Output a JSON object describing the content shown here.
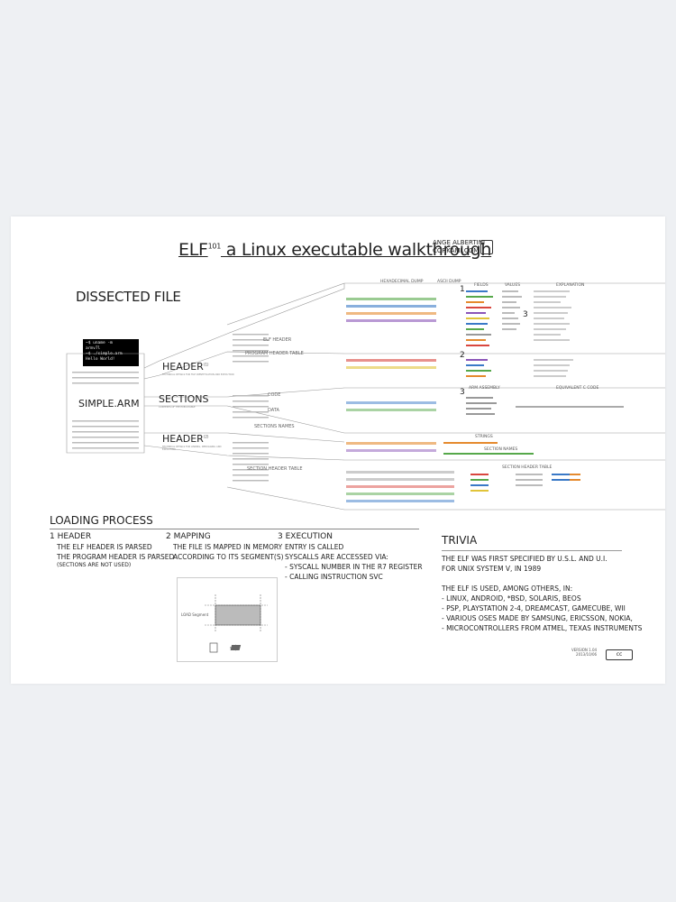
{
  "poster": {
    "title_main": "ELF",
    "title_sup": "101",
    "title_rest": " a Linux executable walkthrough",
    "author_name": "ANGE ALBERTINI",
    "author_site": "CORKAMI.COM",
    "version": "VERSION 1.04",
    "date": "2013/10/06",
    "license_badge": "cc"
  },
  "dissected": {
    "heading": "DISSECTED FILE",
    "file_name": "SIMPLE.ARM",
    "terminal_lines": [
      "~$ uname -m",
      "armv7l",
      "~$ ./simple.arm",
      "Hello World!"
    ],
    "header_label": "HEADER",
    "header_sup": "(1)",
    "header_sub": "TECHNICAL DETAILS FOR FILE IDENTIFICATION AND EXECUTION",
    "sections_label": "SECTIONS",
    "sections_sub": "CONTENTS OF THE EXECUTABLE",
    "header2_label": "HEADER",
    "header2_sup": "(2)",
    "header2_sub": "TECHNICAL DETAILS FOR LINKING, DEBUGGING AND EXECUTION",
    "elf_header": "ELF HEADER",
    "program_header_table": "PROGRAM HEADER TABLE",
    "code": "CODE",
    "data": "DATA",
    "sections_names": "SECTIONS NAMES",
    "section_header_table": "SECTION HEADER TABLE",
    "col_hex": "HEXADECIMAL DUMP",
    "col_ascii": "ASCII DUMP",
    "col_fields": "FIELDS",
    "col_values": "VALUES",
    "col_explanation": "EXPLANATION",
    "asm_label": "ARM ASSEMBLY",
    "c_label": "EQUIVALENT C CODE",
    "strings_label": "STRINGS",
    "section_names_label": "SECTION NAMES",
    "sht_label": "SECTION HEADER TABLE",
    "step1": "1",
    "step2": "2",
    "step3": "3"
  },
  "loading": {
    "heading": "LOADING PROCESS",
    "steps": [
      {
        "num": "1",
        "title": "HEADER",
        "lines": [
          "THE ELF HEADER IS PARSED",
          "THE PROGRAM HEADER IS PARSED",
          "(SECTIONS ARE NOT USED)"
        ]
      },
      {
        "num": "2",
        "title": "MAPPING",
        "lines": [
          "THE FILE IS MAPPED IN MEMORY",
          "ACCORDING TO ITS SEGMENT(S)"
        ]
      },
      {
        "num": "3",
        "title": "EXECUTION",
        "lines": [
          "ENTRY IS CALLED",
          "SYSCALLS ARE ACCESSED VIA:",
          "- SYSCALL NUMBER IN THE R7 REGISTER",
          "- CALLING INSTRUCTION SVC"
        ]
      }
    ],
    "load_segment": "LOAD Segment"
  },
  "trivia": {
    "heading": "TRIVIA",
    "lines": [
      "THE ELF WAS FIRST SPECIFIED BY U.S.L. AND U.I.",
      "FOR UNIX SYSTEM V, IN 1989",
      "",
      "THE ELF IS USED, AMONG OTHERS, IN:",
      "- LINUX, ANDROID, *BSD, SOLARIS, BEOS",
      "- PSP, PLAYSTATION 2-4, DREAMCAST, GAMECUBE, WII",
      "- VARIOUS OSES MADE BY SAMSUNG, ERICSSON, NOKIA,",
      "- MICROCONTROLLERS FROM ATMEL, TEXAS INSTRUMENTS"
    ]
  },
  "colors": {
    "red": "#d9473f",
    "orange": "#e58a2e",
    "yellow": "#e1c43a",
    "green": "#56a84a",
    "blue": "#3a79c7",
    "purple": "#8b55b8",
    "gray": "#999999"
  }
}
